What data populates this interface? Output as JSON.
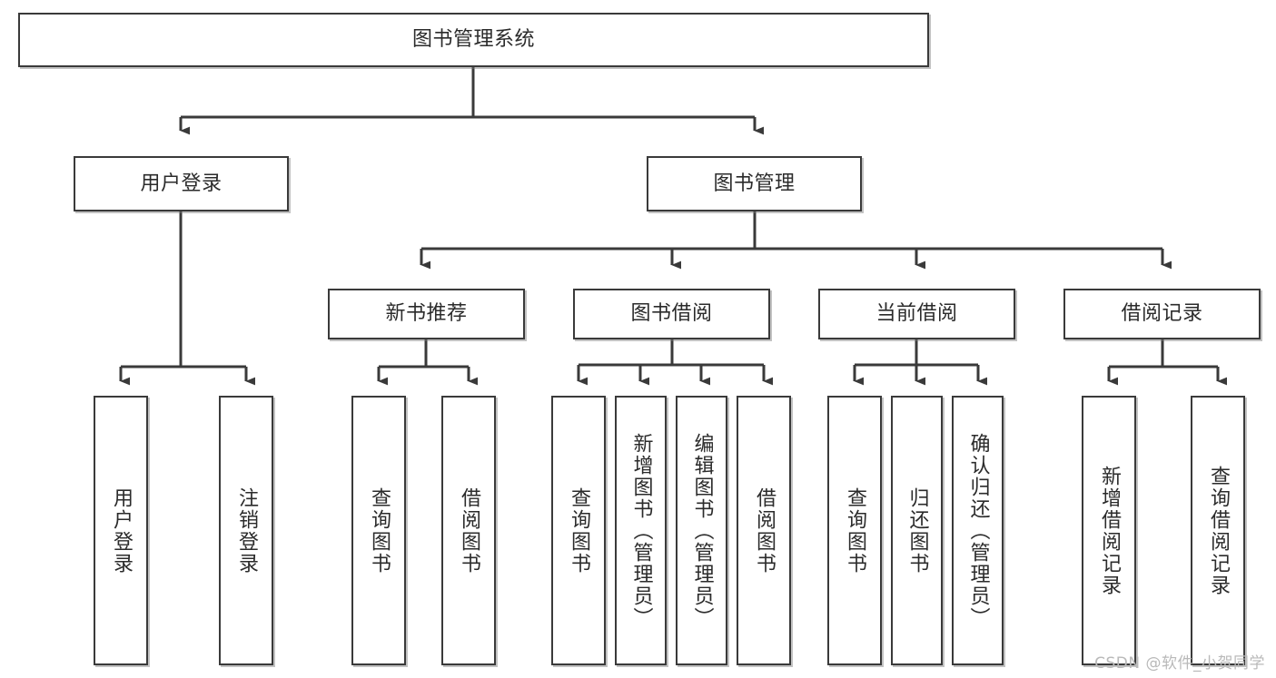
{
  "diagram": {
    "title": "图书管理系统",
    "type": "tree-hierarchy",
    "root": {
      "label": "图书管理系统"
    },
    "level2": [
      {
        "label": "用户登录"
      },
      {
        "label": "图书管理"
      }
    ],
    "level3": [
      {
        "label": "新书推荐"
      },
      {
        "label": "图书借阅"
      },
      {
        "label": "当前借阅"
      },
      {
        "label": "借阅记录"
      }
    ],
    "leaves": {
      "user_login": [
        {
          "label": "用户登录"
        },
        {
          "label": "注销登录"
        }
      ],
      "new_book_recommend": [
        {
          "label": "查询图书"
        },
        {
          "label": "借阅图书"
        }
      ],
      "book_borrow": [
        {
          "label": "查询图书"
        },
        {
          "label": "新增图书（管理员）"
        },
        {
          "label": "编辑图书（管理员）"
        },
        {
          "label": "借阅图书"
        }
      ],
      "current_borrow": [
        {
          "label": "查询图书"
        },
        {
          "label": "归还图书"
        },
        {
          "label": "确认归还（管理员）"
        }
      ],
      "borrow_record": [
        {
          "label": "新增借阅记录"
        },
        {
          "label": "查询借阅记录"
        }
      ]
    }
  },
  "watermark": {
    "text": "CSDN @软件_小贺同学"
  },
  "colors": {
    "stroke": "#3a3a3a",
    "fill": "#ffffff",
    "text": "#2b2b2b",
    "watermark": "#b9b9b9"
  }
}
